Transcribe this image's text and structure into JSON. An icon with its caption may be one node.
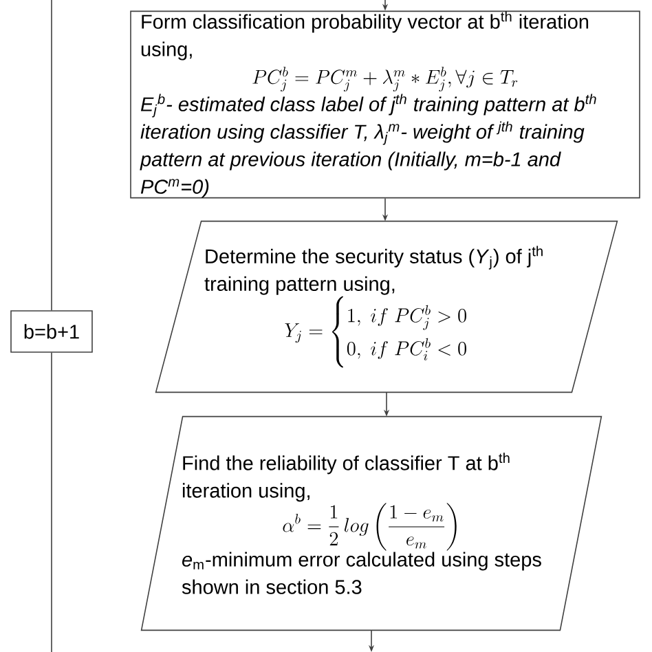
{
  "diagram": {
    "nodes": [
      {
        "text": [
          "Form classification probability vector at b$^{th}$ iteration using,",
          "PC_j^b = PC_j^m + \\lambda_j^m * E_j^b, \\forall j \\in T_r",
          "E$_{j}$$^{b}$- estimated class label of j$^{th}$ training pattern at b$^{th}$ iteration using classifier T, λ$_{j}$$^{m}$- weight of $^{jth}$ training pattern at previous iteration (Initially, m=b-1 and PC$^{m}$=0)"
        ]
      },
      {
        "text": [
          "Determine the security status (*Y*$_{j}$) of j$^{th}$ training pattern using,",
          "Y_j = \\begin{cases}1,\\ if\\ PC_j^b > 0\\\\ 0,\\ if\\ PC_i^b < 0\\end{cases}"
        ]
      },
      {
        "text": [
          "Find the reliability of classifier T at b$^{th}$ iteration using,",
          "\\alpha^b = \\frac{1}{2}\\, log\\left(\\frac{1-e_m}{e_m}\\right)",
          "*e*$_{m}$-minimum error calculated using steps shown in section 5.3"
        ]
      },
      {
        "text": [
          "b=b+1"
        ]
      }
    ],
    "edges": [
      {
        "from": null,
        "to": 0,
        "arrow": "to"
      },
      {
        "from": 0,
        "to": 1,
        "arrow": "to"
      },
      {
        "from": 1,
        "to": 2,
        "arrow": "to"
      },
      {
        "from": 2,
        "to": null,
        "arrow": "to"
      },
      {
        "from": null,
        "to": 3,
        "arrow": "none"
      },
      {
        "from": 3,
        "to": null,
        "arrow": "none"
      }
    ]
  }
}
